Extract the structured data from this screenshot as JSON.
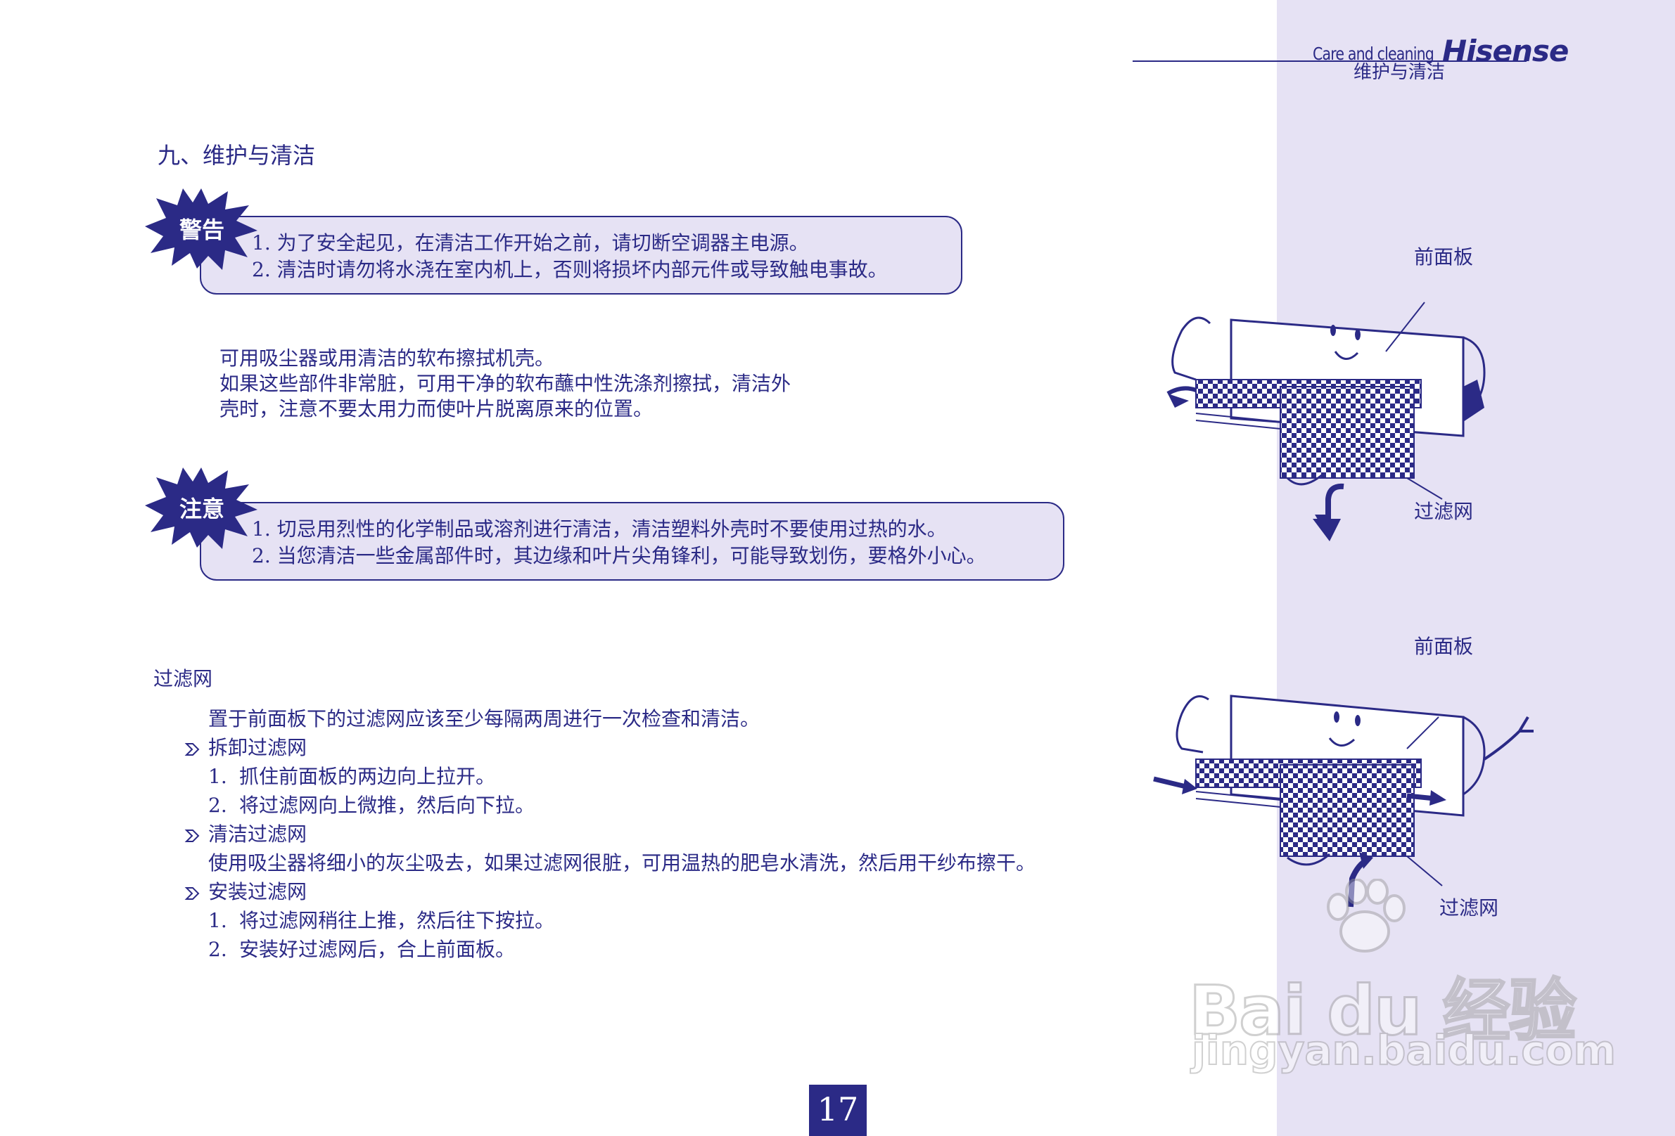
{
  "header": {
    "section_en": "Care and cleaning",
    "section_zh": "维护与清洁",
    "brand": "Hisense"
  },
  "page_title": "九、维护与清洁",
  "warning": {
    "badge": "警告",
    "items": [
      "1.  为了安全起见，在清洁工作开始之前，请切断空调器主电源。",
      "2.  清洁时请勿将水浇在室内机上，否则将损坏内部元件或导致触电事故。"
    ]
  },
  "intro": {
    "lines": [
      "可用吸尘器或用清洁的软布擦拭机壳。",
      "如果这些部件非常脏，可用干净的软布蘸中性洗涤剂擦拭，清洁外",
      "壳时，注意不要太用力而使叶片脱离原来的位置。"
    ]
  },
  "caution": {
    "badge": "注意",
    "items": [
      "1.  切忌用烈性的化学制品或溶剂进行清洁，清洁塑料外壳时不要使用过热的水。",
      "2.  当您清洁一些金属部件时，其边缘和叶片尖角锋利，可能导致划伤，要格外小心。"
    ]
  },
  "filter": {
    "title": "过滤网",
    "intro": "置于前面板下的过滤网应该至少每隔两周进行一次检查和清洁。",
    "remove": {
      "heading": "拆卸过滤网",
      "steps": [
        {
          "num": "1.",
          "text": "抓住前面板的两边向上拉开。"
        },
        {
          "num": "2.",
          "text": "将过滤网向上微推，然后向下拉。"
        }
      ]
    },
    "clean": {
      "heading": "清洁过滤网",
      "text": "使用吸尘器将细小的灰尘吸去，如果过滤网很脏，可用温热的肥皂水清洗，然后用干纱布擦干。"
    },
    "install": {
      "heading": "安装过滤网",
      "steps": [
        {
          "num": "1.",
          "text": "将过滤网稍往上推，然后往下按拉。"
        },
        {
          "num": "2.",
          "text": "安装好过滤网后，合上前面板。"
        }
      ]
    }
  },
  "figures": {
    "top": {
      "front_panel": "前面板",
      "filter": "过滤网"
    },
    "bottom": {
      "front_panel": "前面板",
      "filter": "过滤网"
    }
  },
  "page_number": "17",
  "watermark": {
    "logo_text": "Bai du 经验",
    "url": "jingyan.baidu.com"
  },
  "colors": {
    "ink": "#2b2a86",
    "panel": "#e6e2f4",
    "page": "#ffffff"
  },
  "icons": {
    "bullet": "chevron-bullet-icon",
    "badge": "starburst-icon"
  }
}
